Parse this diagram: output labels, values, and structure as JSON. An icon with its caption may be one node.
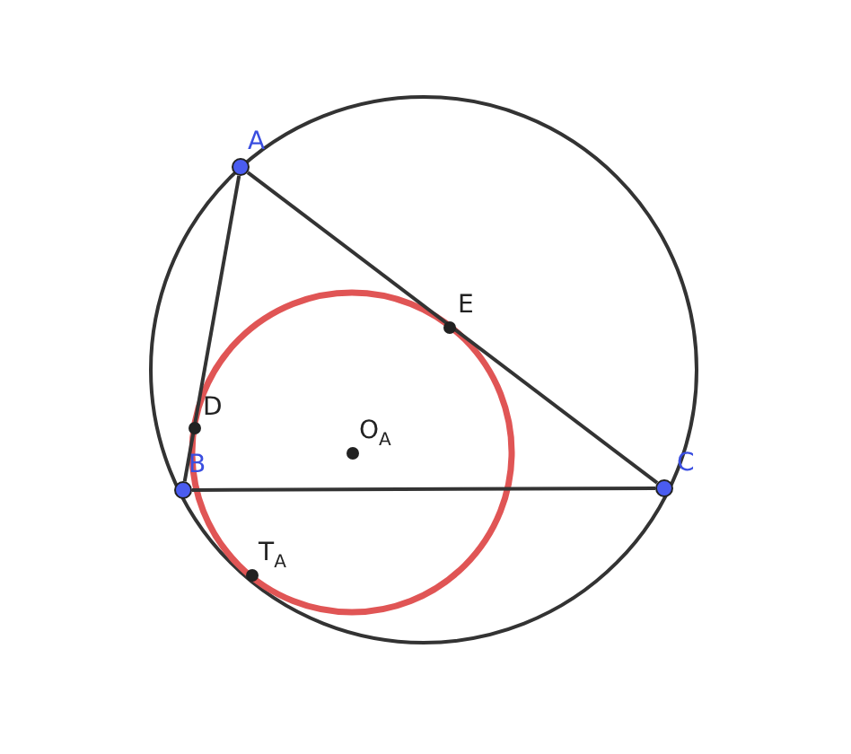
{
  "diagram": {
    "nodes": [
      {
        "text": [
          "A"
        ]
      },
      {
        "text": [
          "E"
        ]
      },
      {
        "text": [
          "D"
        ]
      },
      {
        "text": [
          "O$_{A}$"
        ]
      },
      {
        "text": [
          "B"
        ]
      },
      {
        "text": [
          "C"
        ]
      },
      {
        "text": [
          "T$_{A}$"
        ]
      }
    ],
    "edges": [
      {
        "from": 0,
        "to": 4,
        "arrow": "none"
      },
      {
        "from": 4,
        "to": 5,
        "arrow": "none"
      },
      {
        "from": 5,
        "to": 0,
        "arrow": "none"
      }
    ]
  }
}
